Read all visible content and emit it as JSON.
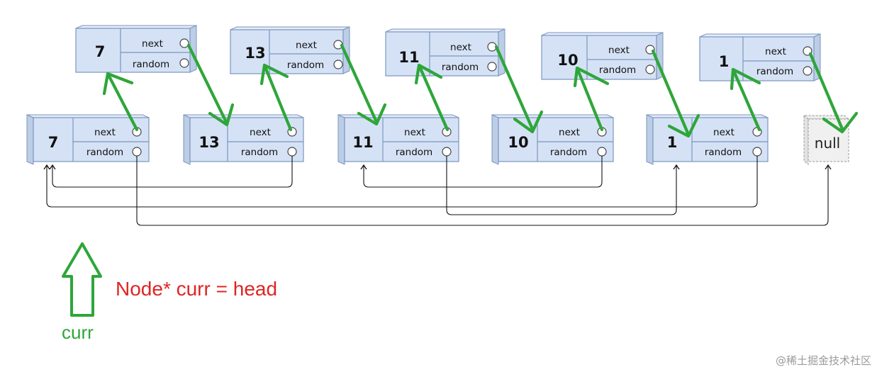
{
  "copied_list": {
    "nodes": [
      {
        "value": "7",
        "next_label": "next",
        "random_label": "random"
      },
      {
        "value": "13",
        "next_label": "next",
        "random_label": "random"
      },
      {
        "value": "11",
        "next_label": "next",
        "random_label": "random"
      },
      {
        "value": "10",
        "next_label": "next",
        "random_label": "random"
      },
      {
        "value": "1",
        "next_label": "next",
        "random_label": "random"
      }
    ]
  },
  "original_list": {
    "nodes": [
      {
        "value": "7",
        "next_label": "next",
        "random_label": "random"
      },
      {
        "value": "13",
        "next_label": "next",
        "random_label": "random"
      },
      {
        "value": "11",
        "next_label": "next",
        "random_label": "random"
      },
      {
        "value": "10",
        "next_label": "next",
        "random_label": "random"
      },
      {
        "value": "1",
        "next_label": "next",
        "random_label": "random"
      }
    ],
    "terminal": "null"
  },
  "code_text": "Node* curr = head",
  "pointer_label": "curr",
  "watermark": "@稀土掘金技术社区",
  "colors": {
    "node_fill": "#d5e2f5",
    "node_stroke": "#7b95bf",
    "green_arrow": "#2ea63a",
    "code_text": "#e02424"
  }
}
